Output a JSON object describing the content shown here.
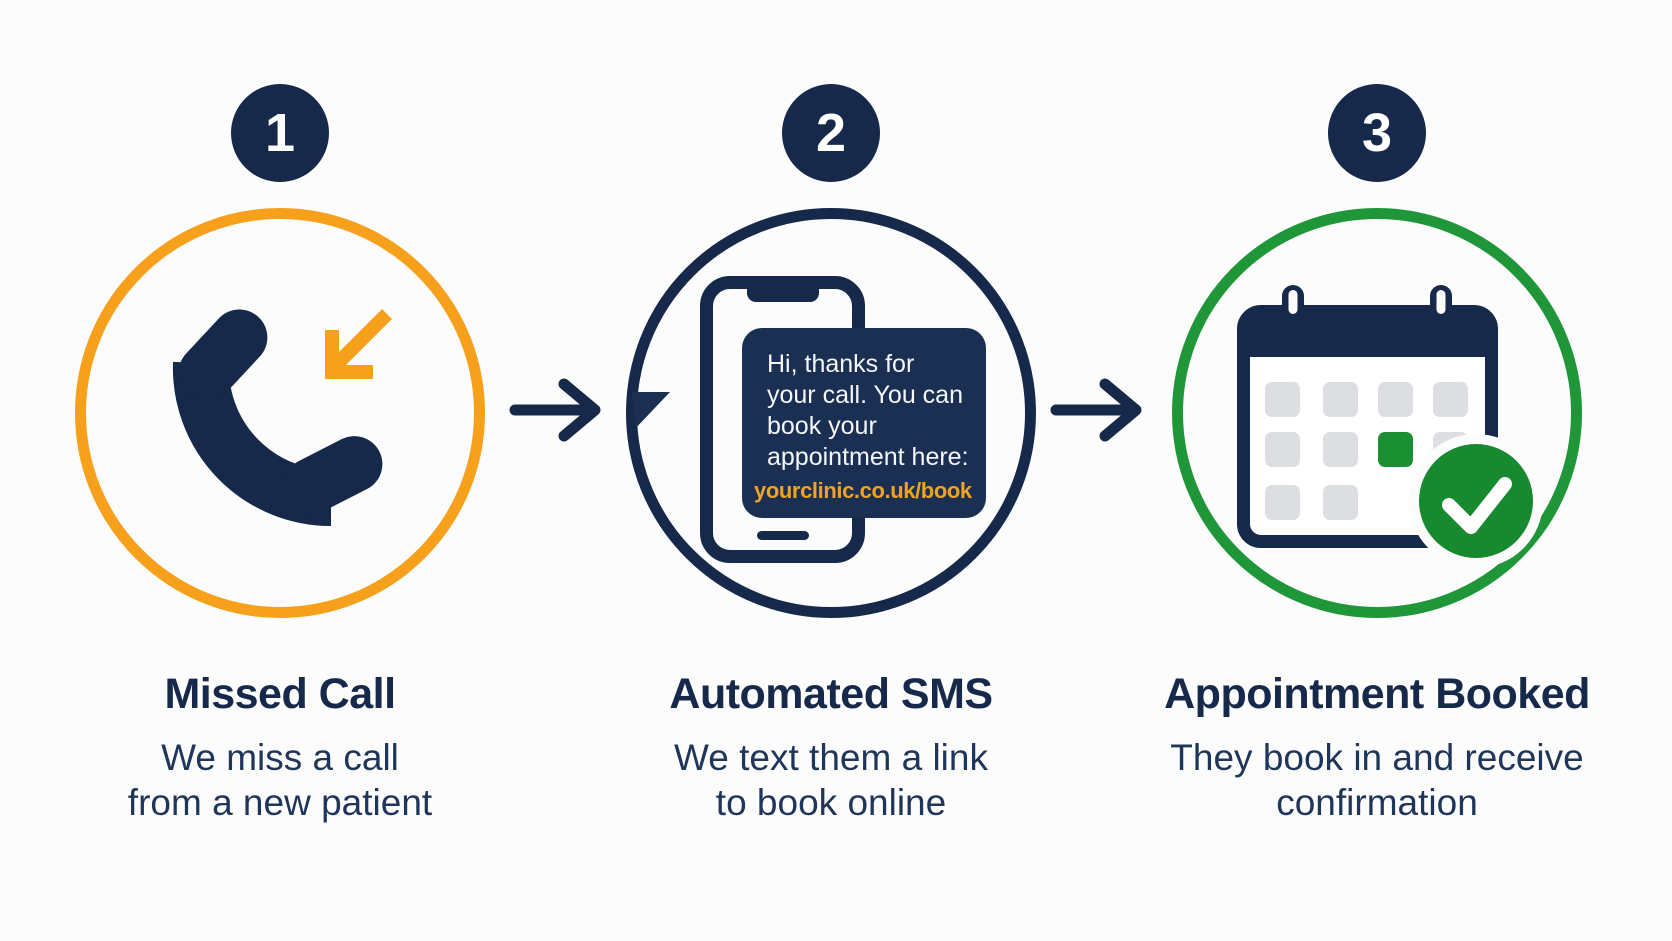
{
  "infographic": {
    "type": "three-step-process-flow",
    "background": "#fcfcfd"
  },
  "colors": {
    "navy": "#16294b",
    "orange": "#f6a01c",
    "green": "#1f9638",
    "check_green_fill": "#178a2f",
    "calendar_highlight_green": "#1b9033",
    "bubble_navy": "#1b2f52",
    "link_orange": "#f0a31e",
    "calendar_cell_gray": "#dcdee2",
    "text_navy": "#16294b"
  },
  "connectors": [
    {
      "icon": "arrow-right-icon",
      "color": "#16294b"
    },
    {
      "icon": "arrow-right-icon",
      "color": "#16294b"
    }
  ],
  "steps": [
    {
      "number": "1",
      "title": "Missed Call",
      "subtitle": "We miss a call\nfrom a new patient",
      "icon": "phone-handset-with-incoming-arrow-icon",
      "accent": "#f6a01c"
    },
    {
      "number": "2",
      "title": "Automated SMS",
      "subtitle": "We text them a link\nto book online",
      "icon": "smartphone-with-sms-bubble-icon",
      "accent": "#16294b",
      "sms": {
        "message": "Hi, thanks for\nyour call. You can\nbook your\nappointment here:",
        "link": "yourclinic.co.uk/book"
      }
    },
    {
      "number": "3",
      "title": "Appointment Booked",
      "subtitle": "They book in and receive\nconfirmation",
      "icon": "calendar-with-checkmark-icon",
      "accent": "#1f9638"
    }
  ]
}
